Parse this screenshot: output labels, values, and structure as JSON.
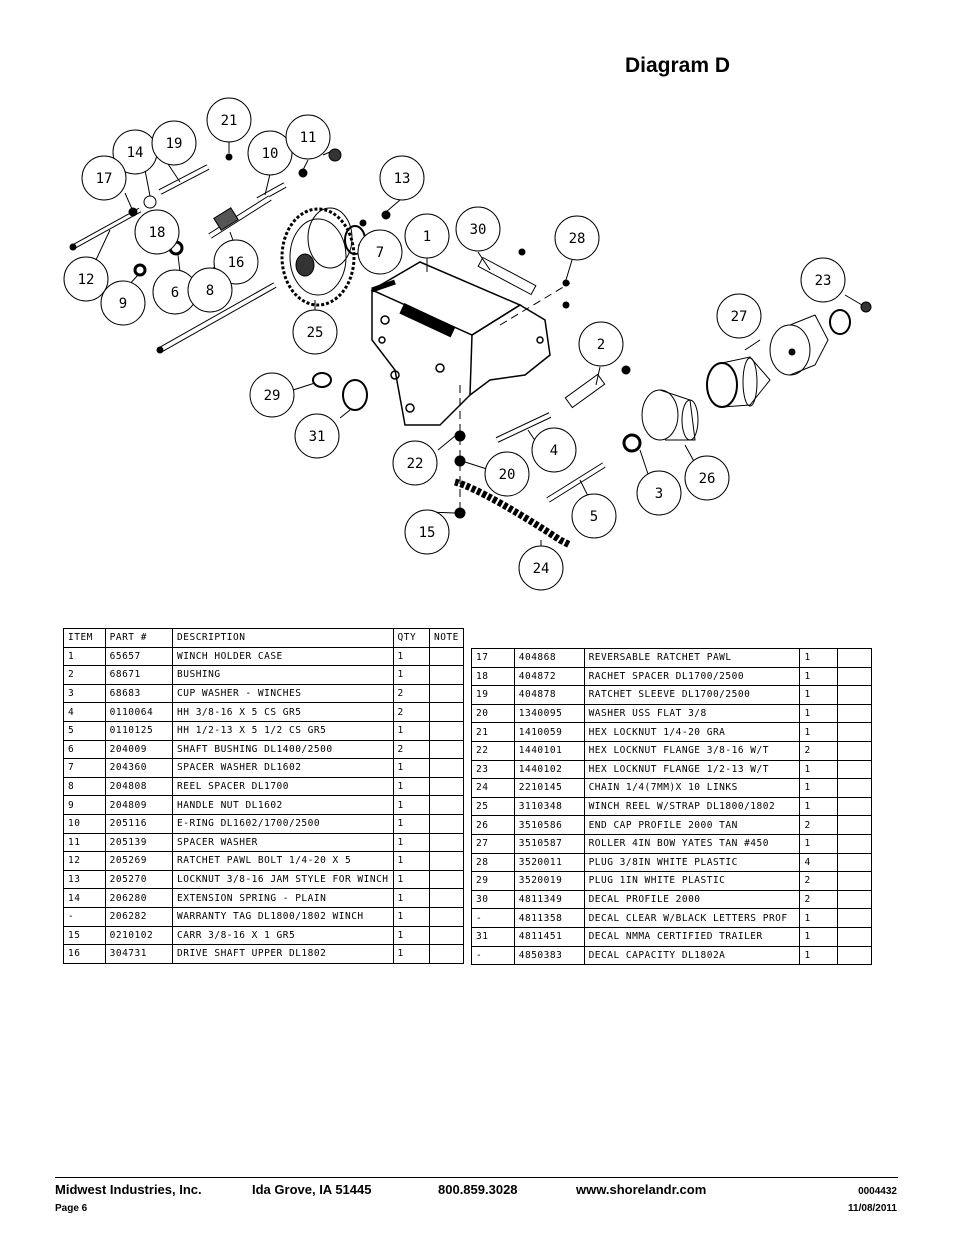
{
  "title": "Diagram D",
  "callouts": [
    "21",
    "14",
    "19",
    "10",
    "11",
    "17",
    "13",
    "18",
    "1",
    "30",
    "28",
    "7",
    "16",
    "12",
    "9",
    "6",
    "8",
    "25",
    "23",
    "27",
    "2",
    "29",
    "31",
    "4",
    "22",
    "20",
    "26",
    "3",
    "5",
    "15",
    "24"
  ],
  "table_headers": {
    "item": "ITEM",
    "part": "PART #",
    "description": "DESCRIPTION",
    "qty": "QTY",
    "note": "NOTE"
  },
  "left_rows": [
    [
      "1",
      "65657",
      "WINCH HOLDER CASE",
      "1",
      ""
    ],
    [
      "2",
      "68671",
      "BUSHING",
      "1",
      ""
    ],
    [
      "3",
      "68683",
      "CUP WASHER - WINCHES",
      "2",
      ""
    ],
    [
      "4",
      "0110064",
      "HH 3/8-16 X 5 CS GR5",
      "2",
      ""
    ],
    [
      "5",
      "0110125",
      "HH 1/2-13 X 5 1/2 CS GR5",
      "1",
      ""
    ],
    [
      "6",
      "204009",
      "SHAFT BUSHING  DL1400/2500",
      "2",
      ""
    ],
    [
      "7",
      "204360",
      "SPACER WASHER  DL1602",
      "1",
      ""
    ],
    [
      "8",
      "204808",
      "REEL SPACER  DL1700",
      "1",
      ""
    ],
    [
      "9",
      "204809",
      "HANDLE NUT  DL1602",
      "1",
      ""
    ],
    [
      "10",
      "205116",
      "E-RING DL1602/1700/2500",
      "1",
      ""
    ],
    [
      "11",
      "205139",
      "SPACER WASHER",
      "1",
      ""
    ],
    [
      "12",
      "205269",
      "RATCHET PAWL BOLT 1/4-20 X 5",
      "1",
      ""
    ],
    [
      "13",
      "205270",
      "LOCKNUT 3/8-16 JAM STYLE FOR WINCH",
      "1",
      ""
    ],
    [
      "14",
      "206280",
      "EXTENSION SPRING - PLAIN",
      "1",
      ""
    ],
    [
      "-",
      "206282",
      "WARRANTY TAG DL1800/1802 WINCH",
      "1",
      ""
    ],
    [
      "15",
      "0210102",
      "CARR 3/8-16 X 1 GR5",
      "1",
      ""
    ],
    [
      "16",
      "304731",
      "DRIVE SHAFT UPPER  DL1802",
      "1",
      ""
    ]
  ],
  "right_rows": [
    [
      "17",
      "404868",
      "REVERSABLE RATCHET PAWL",
      "1",
      ""
    ],
    [
      "18",
      "404872",
      "RACHET SPACER  DL1700/2500",
      "1",
      ""
    ],
    [
      "19",
      "404878",
      "RATCHET SLEEVE  DL1700/2500",
      "1",
      ""
    ],
    [
      "20",
      "1340095",
      "WASHER USS FLAT 3/8",
      "1",
      ""
    ],
    [
      "21",
      "1410059",
      "HEX LOCKNUT 1/4-20 GRA",
      "1",
      ""
    ],
    [
      "22",
      "1440101",
      "HEX LOCKNUT FLANGE 3/8-16 W/T",
      "2",
      ""
    ],
    [
      "23",
      "1440102",
      "HEX LOCKNUT FLANGE 1/2-13 W/T",
      "1",
      ""
    ],
    [
      "24",
      "2210145",
      "CHAIN 1/4(7MM)X 10 LINKS",
      "1",
      ""
    ],
    [
      "25",
      "3110348",
      "WINCH REEL W/STRAP  DL1800/1802",
      "1",
      ""
    ],
    [
      "26",
      "3510586",
      "END CAP PROFILE 2000 TAN",
      "2",
      ""
    ],
    [
      "27",
      "3510587",
      "ROLLER 4IN BOW YATES TAN #450",
      "1",
      ""
    ],
    [
      "28",
      "3520011",
      "PLUG  3/8IN WHITE PLASTIC",
      "4",
      ""
    ],
    [
      "29",
      "3520019",
      "PLUG  1IN WHITE PLASTIC",
      "2",
      ""
    ],
    [
      "30",
      "4811349",
      "DECAL PROFILE 2000",
      "2",
      ""
    ],
    [
      "-",
      "4811358",
      "DECAL CLEAR W/BLACK LETTERS PROF",
      "1",
      ""
    ],
    [
      "31",
      "4811451",
      "DECAL NMMA CERTIFIED TRAILER",
      "1",
      ""
    ],
    [
      "-",
      "4850383",
      "DECAL CAPACITY DL1802A",
      "1",
      ""
    ]
  ],
  "footer": {
    "company": "Midwest Industries, Inc.",
    "city": "Ida Grove, IA  51445",
    "phone": "800.859.3028",
    "website": "www.shorelandr.com",
    "doc_number": "0004432",
    "page": "Page 6",
    "date": "11/08/2011"
  }
}
